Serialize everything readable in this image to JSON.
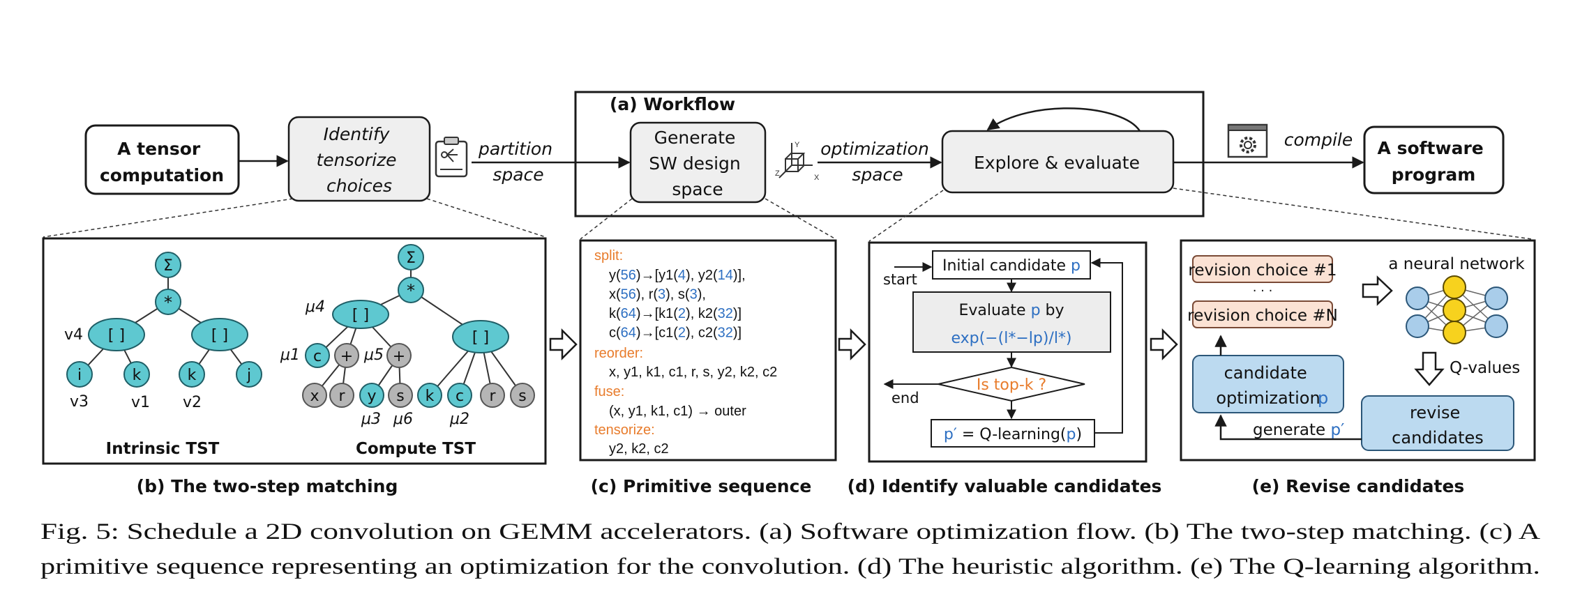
{
  "workflow": {
    "title": "(a) Workflow",
    "tensor_computation": [
      "A tensor",
      "computation"
    ],
    "identify": [
      "Identify",
      "tensorize",
      "choices"
    ],
    "partition_space": [
      "partition",
      "space"
    ],
    "generate": [
      "Generate",
      "SW design",
      "space"
    ],
    "optimization_space": [
      "optimization",
      "space"
    ],
    "explore": "Explore & evaluate",
    "compile": "compile",
    "software_program": [
      "A software",
      "program"
    ]
  },
  "panel_b": {
    "label": "(b) The two-step matching",
    "intrinsic_tst": "Intrinsic TST",
    "compute_tst": "Compute TST",
    "sum": "Σ",
    "mul": "*",
    "bracket": "[ ]",
    "plus": "+",
    "nodes": {
      "i": "i",
      "k": "k",
      "j": "j",
      "c": "c",
      "x": "x",
      "r": "r",
      "y": "y",
      "s": "s"
    },
    "labels": {
      "v4": "v4",
      "v3": "v3",
      "v1": "v1",
      "v2": "v2",
      "mu4": "μ4",
      "mu1": "μ1",
      "mu5": "μ5",
      "mu3": "μ3",
      "mu6": "μ6",
      "mu2": "μ2"
    }
  },
  "panel_c": {
    "label": "(c) Primitive sequence",
    "split": "split:",
    "reorder": "reorder:",
    "fuse": "fuse:",
    "tensorize": "tensorize:",
    "reorder_line": "x, y1, k1, c1, r, s, y2, k2, c2",
    "fuse_line": "(x, y1, k1, c1) → outer",
    "tensorize_line": "y2, k2, c2",
    "split_lines": [
      [
        [
          "y(",
          "k"
        ],
        [
          "56",
          "b"
        ],
        [
          ")→[y1(",
          "k"
        ],
        [
          "4",
          "b"
        ],
        [
          "), y2(",
          "k"
        ],
        [
          "14",
          "b"
        ],
        [
          ")],",
          "k"
        ]
      ],
      [
        [
          "x(",
          "k"
        ],
        [
          "56",
          "b"
        ],
        [
          "), r(",
          "k"
        ],
        [
          "3",
          "b"
        ],
        [
          "),  s(",
          "k"
        ],
        [
          "3",
          "b"
        ],
        [
          "),",
          "k"
        ]
      ],
      [
        [
          "k(",
          "k"
        ],
        [
          "64",
          "b"
        ],
        [
          ")→[k1(",
          "k"
        ],
        [
          "2",
          "b"
        ],
        [
          "), k2(",
          "k"
        ],
        [
          "32",
          "b"
        ],
        [
          ")]",
          "k"
        ]
      ],
      [
        [
          "c(",
          "k"
        ],
        [
          "64",
          "b"
        ],
        [
          ")→[c1(",
          "k"
        ],
        [
          "2",
          "b"
        ],
        [
          "), c2(",
          "k"
        ],
        [
          "32",
          "b"
        ],
        [
          ")]",
          "k"
        ]
      ]
    ]
  },
  "panel_d": {
    "label": "(d) Identify valuable candidates",
    "start": "start",
    "end": "end",
    "initial_candidate": "Initial candidate",
    "p": "p",
    "evaluate_by": "Evaluate",
    "by": "by",
    "formula": "exp(−(l*−lp)/l*)",
    "is_topk": "Is top-k ?",
    "p_prime": "p′",
    "qlearning_eq": "= Q-learning(",
    "close_paren": ")"
  },
  "panel_e": {
    "label": "(e) Revise candidates",
    "revision_1": "revision choice #1",
    "dots": "· · ·",
    "revision_n": "revision choice #N",
    "neural_network": "a neural network",
    "q_values": "Q-values",
    "candidate_optimization": [
      "candidate",
      "optimization"
    ],
    "p": "p",
    "revise_candidates": [
      "revise",
      "candidates"
    ],
    "generate": "generate",
    "p_prime": "p′"
  },
  "caption": {
    "line1": "Fig. 5: Schedule a 2D convolution on GEMM accelerators. (a) Software optimization flow. (b) The two-step matching. (c) A",
    "line2": "primitive sequence representing an optimization for the convolution. (d) The heuristic algorithm. (e) The Q-learning algorithm."
  },
  "colors": {
    "cyan_node": "#5ec8d0",
    "gray_node": "#b5b5b5",
    "orange_keyword": "#e87c2c",
    "blue_number": "#2d6fc2",
    "peach_box": "#fbe2d4",
    "light_blue_box": "#bcdaf0",
    "neuron_blue": "#a9cdea",
    "neuron_yellow": "#f7d21e"
  }
}
